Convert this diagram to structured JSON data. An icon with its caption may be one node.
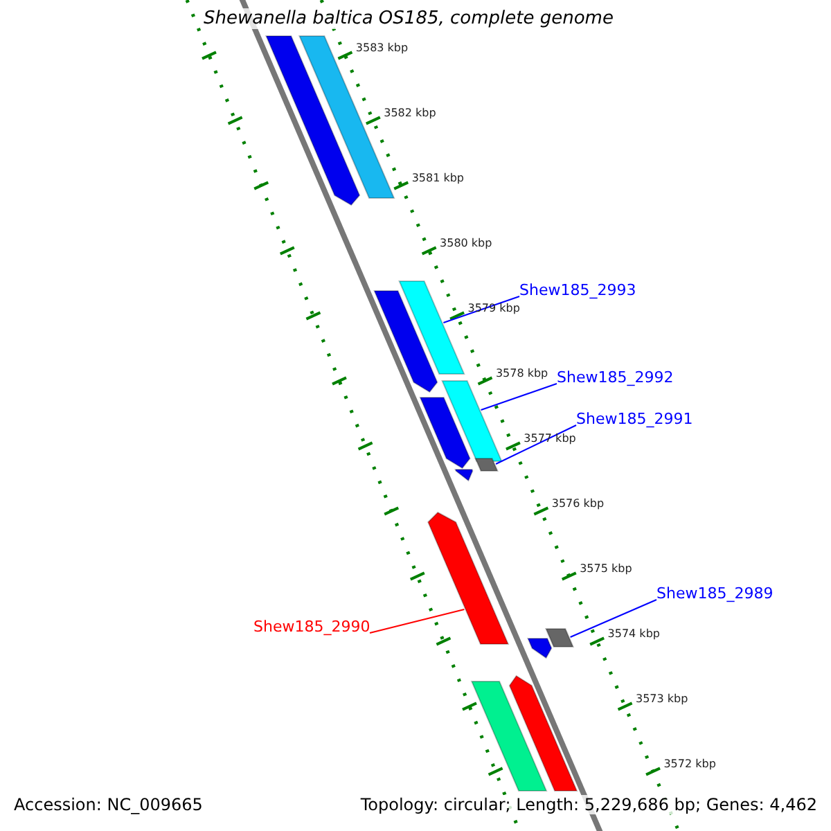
{
  "diagram": {
    "title": "Shewanella baltica OS185, complete genome",
    "nodes": [
      {
        "text": [],
        "shape": "pentagon"
      },
      {
        "text": [],
        "shape": "bar"
      },
      {
        "text": [
          "Shew185_2993"
        ]
      },
      {
        "text": [],
        "shape": "bar"
      },
      {
        "text": [],
        "shape": "pentagon"
      },
      {
        "text": [
          "Shew185_2992"
        ]
      },
      {
        "text": [],
        "shape": "bar"
      },
      {
        "text": [],
        "shape": "pentagon"
      },
      {
        "text": [
          "Shew185_2991"
        ]
      },
      {
        "text": [],
        "shape": "bar"
      },
      {
        "text": [],
        "shape": "pentagon"
      },
      {
        "text": [],
        "shape": "pentagon"
      },
      {
        "text": [
          "Shew185_2989"
        ]
      },
      {
        "text": [
          "Shew185_2990"
        ]
      },
      {
        "text": [],
        "shape": "bar"
      },
      {
        "text": [],
        "shape": "pentagon"
      },
      {
        "text": [],
        "shape": "pentagon"
      },
      {
        "text": [],
        "shape": "bar"
      }
    ],
    "edges": [
      {
        "from": 2,
        "to": 3,
        "arrow": "none"
      },
      {
        "from": 5,
        "to": 6,
        "arrow": "none"
      },
      {
        "from": 8,
        "to": 9,
        "arrow": "none"
      },
      {
        "from": 12,
        "to": 14,
        "arrow": "none"
      },
      {
        "from": 13,
        "to": 11,
        "arrow": "none",
        "color": "#ff0000"
      }
    ],
    "labels": [
      "3583 kbp",
      "3582 kbp",
      "3581 kbp",
      "3580 kbp",
      "3579 kbp",
      "3578 kbp",
      "3577 kbp",
      "3576 kbp",
      "3575 kbp",
      "3574 kbp",
      "3573 kbp",
      "3572 kbp",
      "Accession: NC_009665",
      "Topology: circular; Length: 5,229,686 bp; Genes: 4,462"
    ]
  }
}
